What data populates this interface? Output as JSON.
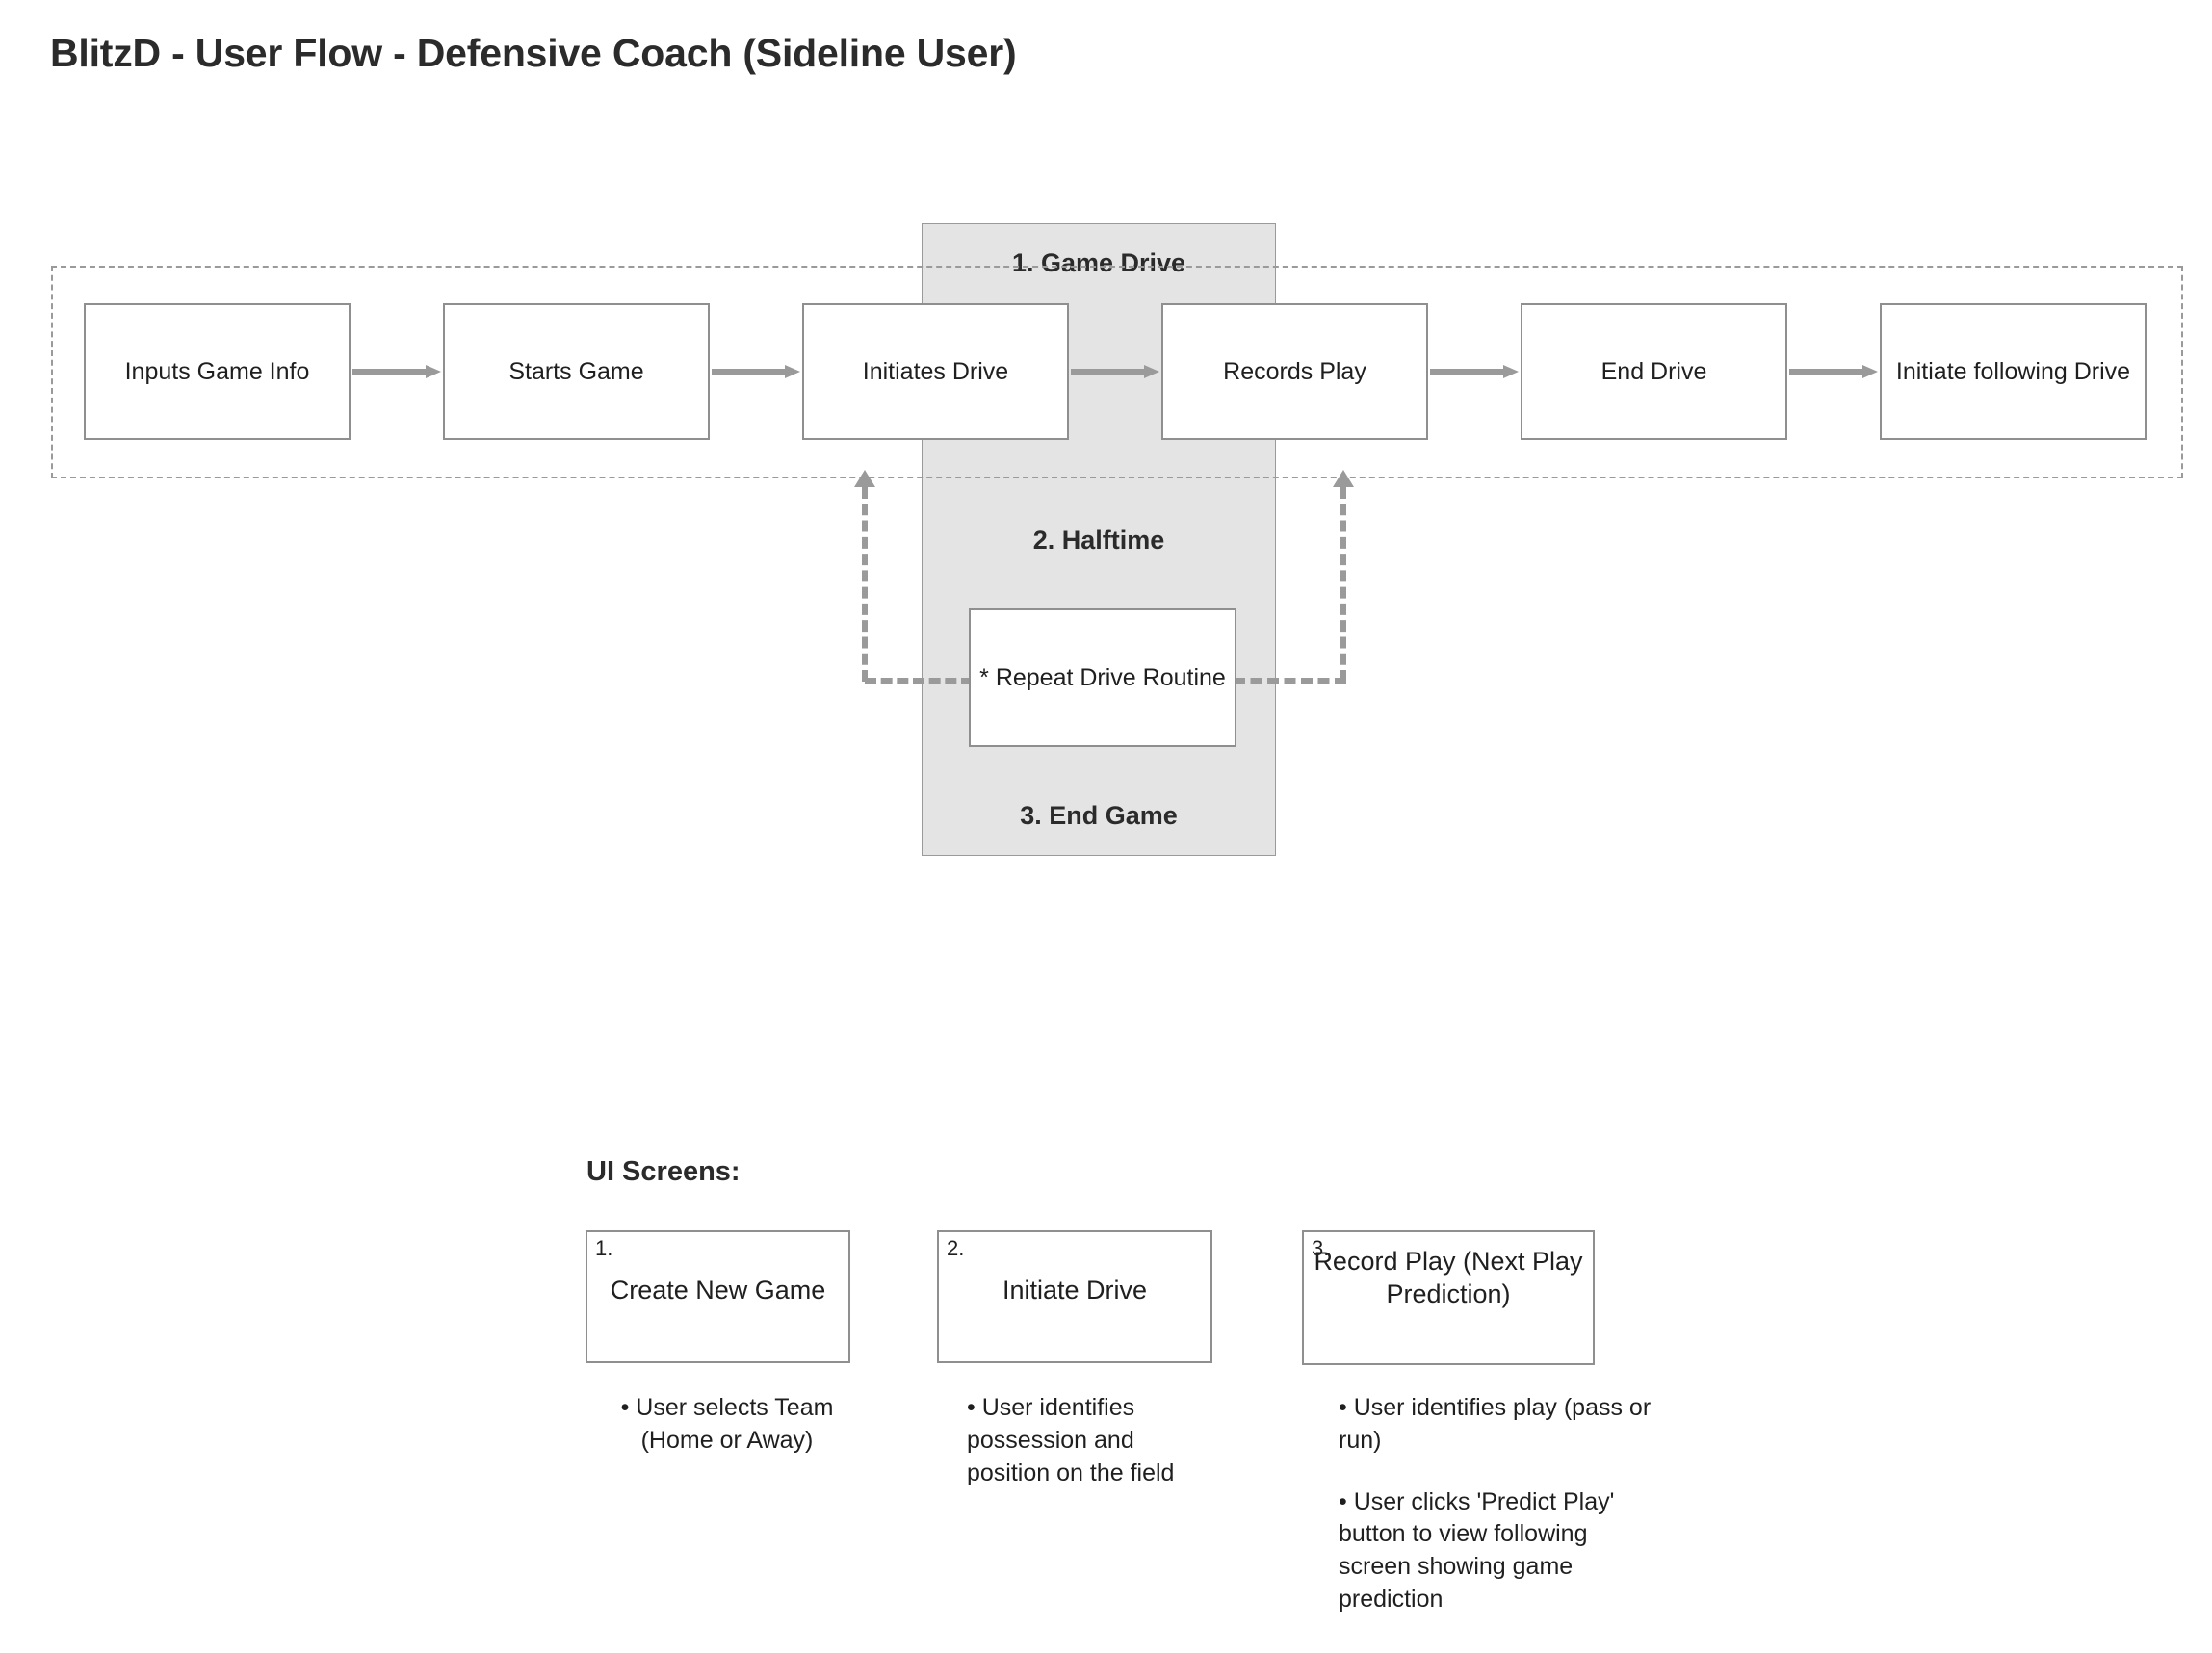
{
  "page": {
    "title": "BlitzD - User Flow - Defensive Coach (Sideline User)"
  },
  "colors": {
    "band_fill": "#e4e4e4",
    "box_border": "#8f8f8f",
    "arrow": "#9a9a9a",
    "text": "#1f1f1f"
  },
  "phases": [
    {
      "label": "1. Game Drive"
    },
    {
      "label": "2. Halftime"
    },
    {
      "label": "3. End Game"
    }
  ],
  "flow": {
    "steps": [
      {
        "label": "Inputs Game Info"
      },
      {
        "label": "Starts Game"
      },
      {
        "label": "Initiates Drive"
      },
      {
        "label": "Records Play"
      },
      {
        "label": "End Drive"
      },
      {
        "label": "Initiate following Drive"
      }
    ],
    "repeat_node": {
      "label": "* Repeat Drive Routine"
    }
  },
  "ui_screens": {
    "heading": "UI Screens:",
    "cards": [
      {
        "number": "1.",
        "label": "Create New Game",
        "notes": [
          "• User selects Team (Home or Away)"
        ]
      },
      {
        "number": "2.",
        "label": "Initiate Drive",
        "notes": [
          "• User identifies possession and position on the field"
        ]
      },
      {
        "number": "3.",
        "label": "Record Play (Next Play Prediction)",
        "notes": [
          "• User identifies play (pass or run)",
          "• User clicks 'Predict Play' button to view following screen showing game prediction"
        ]
      }
    ]
  }
}
